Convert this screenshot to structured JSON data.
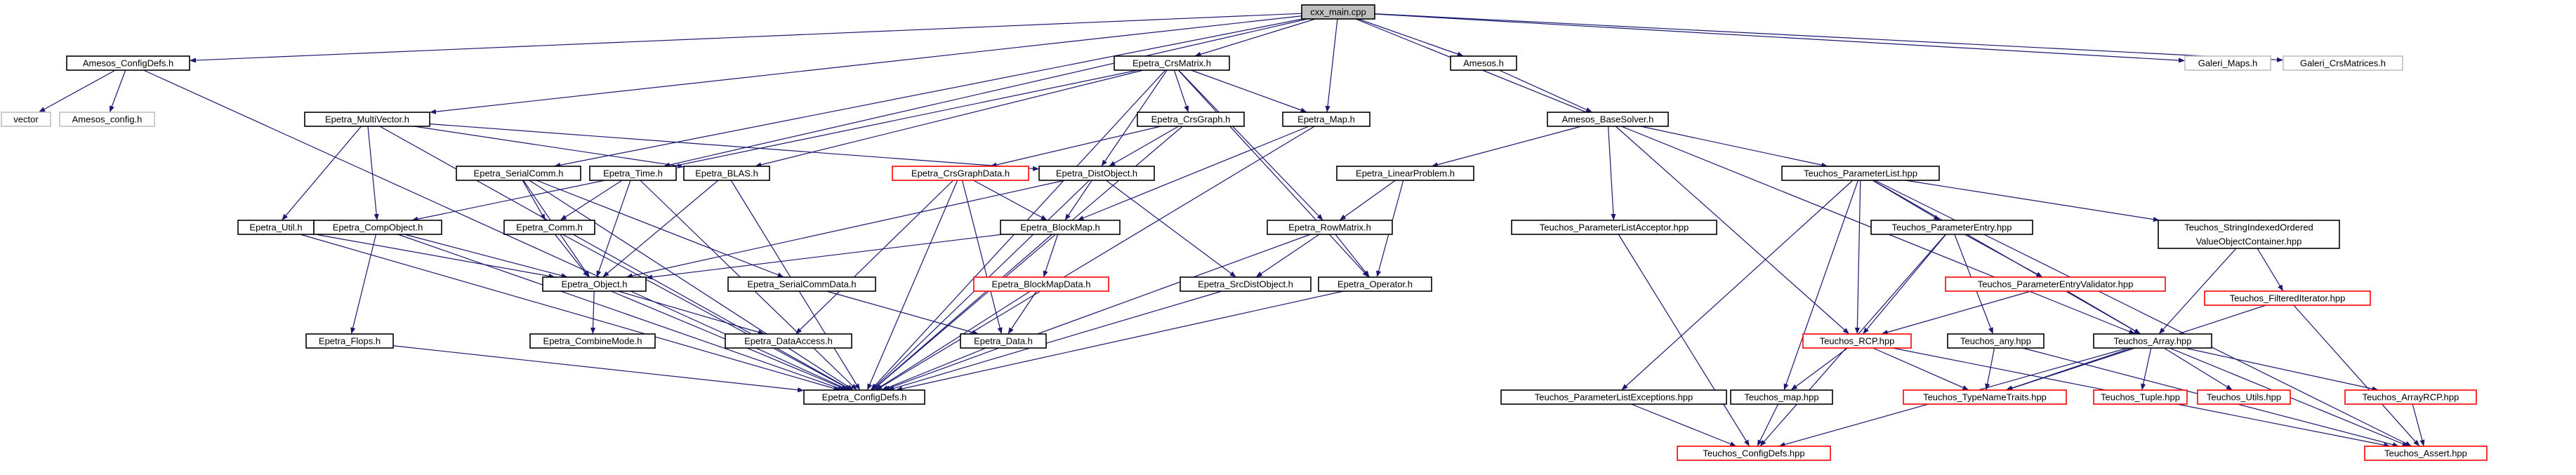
{
  "colors": {
    "edge": "#191970",
    "border_default": "#000000",
    "border_missing": "#ff0000",
    "border_external": "#bfbfbf",
    "root_fill": "#bfbfbf"
  },
  "nodes": [
    {
      "id": "cxx_main",
      "label": "cxx_main.cpp",
      "kind": "root"
    },
    {
      "id": "amesos_configdefs",
      "label": "Amesos_ConfigDefs.h",
      "kind": "normal"
    },
    {
      "id": "vector",
      "label": "vector",
      "kind": "external"
    },
    {
      "id": "amesos_config",
      "label": "Amesos_config.h",
      "kind": "external"
    },
    {
      "id": "epetra_crsmatrix",
      "label": "Epetra_CrsMatrix.h",
      "kind": "normal"
    },
    {
      "id": "amesos_h",
      "label": "Amesos.h",
      "kind": "normal"
    },
    {
      "id": "galeri_maps",
      "label": "Galeri_Maps.h",
      "kind": "external"
    },
    {
      "id": "galeri_crsmatrices",
      "label": "Galeri_CrsMatrices.h",
      "kind": "external"
    },
    {
      "id": "epetra_multivector",
      "label": "Epetra_MultiVector.h",
      "kind": "normal"
    },
    {
      "id": "epetra_crsgraph",
      "label": "Epetra_CrsGraph.h",
      "kind": "normal"
    },
    {
      "id": "epetra_map",
      "label": "Epetra_Map.h",
      "kind": "normal"
    },
    {
      "id": "amesos_basesolver",
      "label": "Amesos_BaseSolver.h",
      "kind": "normal"
    },
    {
      "id": "epetra_serialcomm",
      "label": "Epetra_SerialComm.h",
      "kind": "normal"
    },
    {
      "id": "epetra_time",
      "label": "Epetra_Time.h",
      "kind": "normal"
    },
    {
      "id": "epetra_blas",
      "label": "Epetra_BLAS.h",
      "kind": "normal"
    },
    {
      "id": "epetra_crsgraphdata",
      "label": "Epetra_CrsGraphData.h",
      "kind": "missing"
    },
    {
      "id": "epetra_distobject",
      "label": "Epetra_DistObject.h",
      "kind": "normal"
    },
    {
      "id": "epetra_linearproblem",
      "label": "Epetra_LinearProblem.h",
      "kind": "normal"
    },
    {
      "id": "teuchos_parameterlist",
      "label": "Teuchos_ParameterList.hpp",
      "kind": "normal"
    },
    {
      "id": "epetra_util",
      "label": "Epetra_Util.h",
      "kind": "normal"
    },
    {
      "id": "epetra_compobject",
      "label": "Epetra_CompObject.h",
      "kind": "normal"
    },
    {
      "id": "epetra_comm",
      "label": "Epetra_Comm.h",
      "kind": "normal"
    },
    {
      "id": "epetra_blockmap",
      "label": "Epetra_BlockMap.h",
      "kind": "normal"
    },
    {
      "id": "epetra_rowmatrix",
      "label": "Epetra_RowMatrix.h",
      "kind": "normal"
    },
    {
      "id": "teuchos_parameterlistacceptor",
      "label": "Teuchos_ParameterListAcceptor.hpp",
      "kind": "normal"
    },
    {
      "id": "teuchos_parameterentry",
      "label": "Teuchos_ParameterEntry.hpp",
      "kind": "normal"
    },
    {
      "id": "teuchos_stringindexed",
      "label": "Teuchos_StringIndexedOrdered",
      "label2": "ValueObjectContainer.hpp",
      "kind": "normal"
    },
    {
      "id": "epetra_object",
      "label": "Epetra_Object.h",
      "kind": "normal"
    },
    {
      "id": "epetra_serialcommdata",
      "label": "Epetra_SerialCommData.h",
      "kind": "normal"
    },
    {
      "id": "epetra_blockmapdata",
      "label": "Epetra_BlockMapData.h",
      "kind": "missing"
    },
    {
      "id": "epetra_srcdistobject",
      "label": "Epetra_SrcDistObject.h",
      "kind": "normal"
    },
    {
      "id": "epetra_operator",
      "label": "Epetra_Operator.h",
      "kind": "normal"
    },
    {
      "id": "teuchos_parameterentryvalidator",
      "label": "Teuchos_ParameterEntryValidator.hpp",
      "kind": "missing"
    },
    {
      "id": "teuchos_filterediterator",
      "label": "Teuchos_FilteredIterator.hpp",
      "kind": "missing"
    },
    {
      "id": "epetra_flops",
      "label": "Epetra_Flops.h",
      "kind": "normal"
    },
    {
      "id": "epetra_combinemode",
      "label": "Epetra_CombineMode.h",
      "kind": "normal"
    },
    {
      "id": "epetra_dataaccess",
      "label": "Epetra_DataAccess.h",
      "kind": "normal"
    },
    {
      "id": "epetra_data",
      "label": "Epetra_Data.h",
      "kind": "normal"
    },
    {
      "id": "teuchos_rcp",
      "label": "Teuchos_RCP.hpp",
      "kind": "missing"
    },
    {
      "id": "teuchos_any",
      "label": "Teuchos_any.hpp",
      "kind": "normal"
    },
    {
      "id": "teuchos_array",
      "label": "Teuchos_Array.hpp",
      "kind": "normal"
    },
    {
      "id": "epetra_configdefs",
      "label": "Epetra_ConfigDefs.h",
      "kind": "normal"
    },
    {
      "id": "teuchos_parameterlistexceptions",
      "label": "Teuchos_ParameterListExceptions.hpp",
      "kind": "normal"
    },
    {
      "id": "teuchos_map",
      "label": "Teuchos_map.hpp",
      "kind": "normal"
    },
    {
      "id": "teuchos_typenametraits",
      "label": "Teuchos_TypeNameTraits.hpp",
      "kind": "missing"
    },
    {
      "id": "teuchos_tuple",
      "label": "Teuchos_Tuple.hpp",
      "kind": "missing"
    },
    {
      "id": "teuchos_utils",
      "label": "Teuchos_Utils.hpp",
      "kind": "missing"
    },
    {
      "id": "teuchos_arrayrcp",
      "label": "Teuchos_ArrayRCP.hpp",
      "kind": "missing"
    },
    {
      "id": "teuchos_configdefs",
      "label": "Teuchos_ConfigDefs.hpp",
      "kind": "missing"
    },
    {
      "id": "teuchos_assert",
      "label": "Teuchos_Assert.hpp",
      "kind": "missing"
    }
  ],
  "edges": [
    [
      "cxx_main",
      "amesos_configdefs"
    ],
    [
      "cxx_main",
      "epetra_crsmatrix"
    ],
    [
      "cxx_main",
      "amesos_h"
    ],
    [
      "cxx_main",
      "galeri_maps"
    ],
    [
      "cxx_main",
      "galeri_crsmatrices"
    ],
    [
      "cxx_main",
      "epetra_multivector"
    ],
    [
      "cxx_main",
      "epetra_map"
    ],
    [
      "cxx_main",
      "epetra_serialcomm"
    ],
    [
      "cxx_main",
      "epetra_time"
    ],
    [
      "cxx_main",
      "teuchos_array"
    ],
    [
      "amesos_configdefs",
      "vector"
    ],
    [
      "amesos_configdefs",
      "amesos_config"
    ],
    [
      "amesos_configdefs",
      "epetra_configdefs"
    ],
    [
      "epetra_crsmatrix",
      "epetra_crsgraph"
    ],
    [
      "epetra_crsmatrix",
      "epetra_map"
    ],
    [
      "epetra_crsmatrix",
      "epetra_blas"
    ],
    [
      "epetra_crsmatrix",
      "epetra_distobject"
    ],
    [
      "epetra_crsmatrix",
      "epetra_compobject"
    ],
    [
      "epetra_crsmatrix",
      "epetra_rowmatrix"
    ],
    [
      "epetra_crsmatrix",
      "epetra_operator"
    ],
    [
      "epetra_crsmatrix",
      "epetra_configdefs"
    ],
    [
      "amesos_h",
      "amesos_basesolver"
    ],
    [
      "amesos_basesolver",
      "epetra_linearproblem"
    ],
    [
      "amesos_basesolver",
      "teuchos_parameterlist"
    ],
    [
      "amesos_basesolver",
      "teuchos_parameterlistacceptor"
    ],
    [
      "amesos_basesolver",
      "teuchos_rcp"
    ],
    [
      "epetra_multivector",
      "epetra_distobject"
    ],
    [
      "epetra_multivector",
      "epetra_blas"
    ],
    [
      "epetra_multivector",
      "epetra_util"
    ],
    [
      "epetra_multivector",
      "epetra_compobject"
    ],
    [
      "epetra_multivector",
      "epetra_configdefs"
    ],
    [
      "epetra_crsgraph",
      "epetra_crsgraphdata"
    ],
    [
      "epetra_crsgraph",
      "epetra_distobject"
    ],
    [
      "epetra_crsgraph",
      "epetra_configdefs"
    ],
    [
      "epetra_map",
      "epetra_blockmap"
    ],
    [
      "epetra_map",
      "epetra_configdefs"
    ],
    [
      "epetra_serialcomm",
      "epetra_comm"
    ],
    [
      "epetra_serialcomm",
      "epetra_object"
    ],
    [
      "epetra_serialcomm",
      "epetra_serialcommdata"
    ],
    [
      "epetra_serialcomm",
      "epetra_configdefs"
    ],
    [
      "epetra_time",
      "epetra_comm"
    ],
    [
      "epetra_time",
      "epetra_object"
    ],
    [
      "epetra_time",
      "epetra_configdefs"
    ],
    [
      "epetra_blas",
      "epetra_object"
    ],
    [
      "epetra_blas",
      "epetra_configdefs"
    ],
    [
      "epetra_crsgraphdata",
      "epetra_blockmap"
    ],
    [
      "epetra_crsgraphdata",
      "epetra_data"
    ],
    [
      "epetra_crsgraphdata",
      "epetra_dataaccess"
    ],
    [
      "epetra_crsgraphdata",
      "epetra_configdefs"
    ],
    [
      "epetra_distobject",
      "epetra_object"
    ],
    [
      "epetra_distobject",
      "epetra_blockmap"
    ],
    [
      "epetra_distobject",
      "epetra_srcdistobject"
    ],
    [
      "epetra_distobject",
      "epetra_configdefs"
    ],
    [
      "epetra_linearproblem",
      "epetra_rowmatrix"
    ],
    [
      "epetra_linearproblem",
      "epetra_operator"
    ],
    [
      "teuchos_parameterlist",
      "teuchos_parameterentry"
    ],
    [
      "teuchos_parameterlist",
      "teuchos_stringindexed"
    ],
    [
      "teuchos_parameterlist",
      "teuchos_parameterlistexceptions"
    ],
    [
      "teuchos_parameterlist",
      "teuchos_map"
    ],
    [
      "teuchos_parameterlist",
      "teuchos_rcp"
    ],
    [
      "teuchos_parameterlist",
      "teuchos_array"
    ],
    [
      "teuchos_parameterlist",
      "teuchos_assert"
    ],
    [
      "epetra_util",
      "epetra_object"
    ],
    [
      "epetra_util",
      "epetra_configdefs"
    ],
    [
      "epetra_compobject",
      "epetra_object"
    ],
    [
      "epetra_compobject",
      "epetra_flops"
    ],
    [
      "epetra_compobject",
      "epetra_configdefs"
    ],
    [
      "epetra_comm",
      "epetra_object"
    ],
    [
      "epetra_comm",
      "epetra_configdefs"
    ],
    [
      "epetra_blockmap",
      "epetra_object"
    ],
    [
      "epetra_blockmap",
      "epetra_blockmapdata"
    ],
    [
      "epetra_blockmap",
      "epetra_configdefs"
    ],
    [
      "epetra_rowmatrix",
      "epetra_srcdistobject"
    ],
    [
      "epetra_rowmatrix",
      "epetra_operator"
    ],
    [
      "epetra_rowmatrix",
      "epetra_configdefs"
    ],
    [
      "teuchos_parameterlistacceptor",
      "teuchos_configdefs"
    ],
    [
      "teuchos_parameterentry",
      "teuchos_parameterentryvalidator"
    ],
    [
      "teuchos_parameterentry",
      "teuchos_rcp"
    ],
    [
      "teuchos_parameterentry",
      "teuchos_any"
    ],
    [
      "teuchos_parameterentry",
      "teuchos_configdefs"
    ],
    [
      "teuchos_stringindexed",
      "teuchos_array"
    ],
    [
      "teuchos_stringindexed",
      "teuchos_filterediterator"
    ],
    [
      "epetra_object",
      "epetra_combinemode"
    ],
    [
      "epetra_object",
      "epetra_dataaccess"
    ],
    [
      "epetra_object",
      "epetra_configdefs"
    ],
    [
      "epetra_serialcommdata",
      "epetra_data"
    ],
    [
      "epetra_blockmapdata",
      "epetra_data"
    ],
    [
      "epetra_blockmapdata",
      "epetra_configdefs"
    ],
    [
      "epetra_srcdistobject",
      "epetra_configdefs"
    ],
    [
      "epetra_operator",
      "epetra_configdefs"
    ],
    [
      "teuchos_parameterentryvalidator",
      "teuchos_rcp"
    ],
    [
      "teuchos_parameterentryvalidator",
      "teuchos_array"
    ],
    [
      "teuchos_filterediterator",
      "teuchos_typenametraits"
    ],
    [
      "teuchos_filterediterator",
      "teuchos_assert"
    ],
    [
      "epetra_flops",
      "epetra_configdefs"
    ],
    [
      "epetra_data",
      "epetra_configdefs"
    ],
    [
      "teuchos_rcp",
      "teuchos_typenametraits"
    ],
    [
      "teuchos_rcp",
      "teuchos_map"
    ],
    [
      "teuchos_rcp",
      "teuchos_assert"
    ],
    [
      "teuchos_any",
      "teuchos_typenametraits"
    ],
    [
      "teuchos_any",
      "teuchos_assert"
    ],
    [
      "teuchos_array",
      "teuchos_typenametraits"
    ],
    [
      "teuchos_array",
      "teuchos_tuple"
    ],
    [
      "teuchos_array",
      "teuchos_utils"
    ],
    [
      "teuchos_array",
      "teuchos_arrayrcp"
    ],
    [
      "teuchos_array",
      "teuchos_assert"
    ],
    [
      "teuchos_array",
      "teuchos_configdefs"
    ],
    [
      "teuchos_parameterlistexceptions",
      "teuchos_configdefs"
    ],
    [
      "teuchos_map",
      "teuchos_configdefs"
    ],
    [
      "teuchos_arrayrcp",
      "teuchos_assert"
    ]
  ]
}
